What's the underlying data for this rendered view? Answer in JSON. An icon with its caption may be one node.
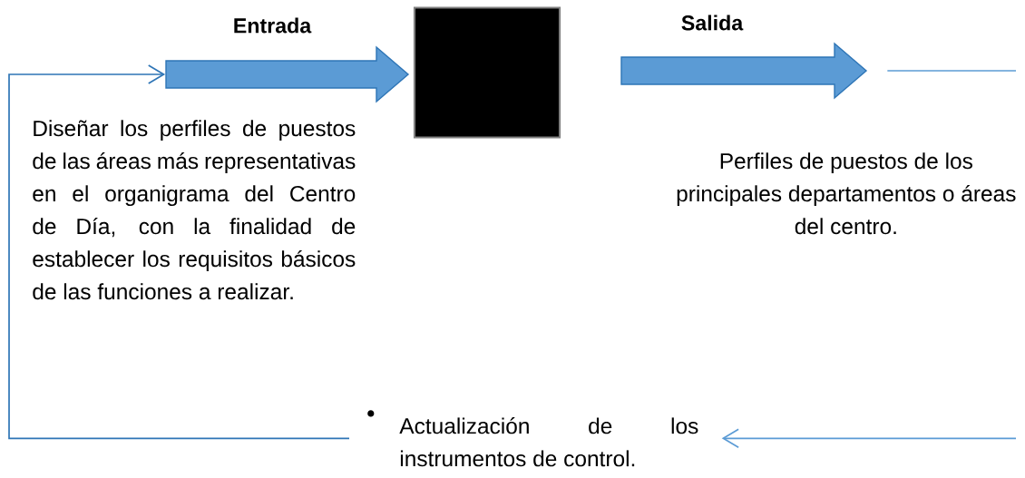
{
  "diagram": {
    "nodes": [
      {
        "text": [
          "Entrada"
        ]
      },
      {
        "text": [],
        "shape": "box"
      },
      {
        "text": [
          "Salida"
        ]
      },
      {
        "text": [
          "Diseñar los perfiles de puestos de las áreas más representativas en el organigrama del Centro de Día, con la finalidad de establecer los requisitos básicos de las funciones a realizar."
        ]
      },
      {
        "text": [
          "Perfiles de puestos de los principales departamentos o áreas del centro."
        ]
      },
      {
        "text": [
          "Actualización de los instrumentos de control."
        ]
      }
    ],
    "edges": [
      {
        "from": 5,
        "to": 0,
        "arrow": "to",
        "color": "#2e75b6"
      },
      {
        "from": 2,
        "to": null,
        "arrow": "none"
      },
      {
        "from": null,
        "to": 5,
        "arrow": "to"
      }
    ]
  }
}
